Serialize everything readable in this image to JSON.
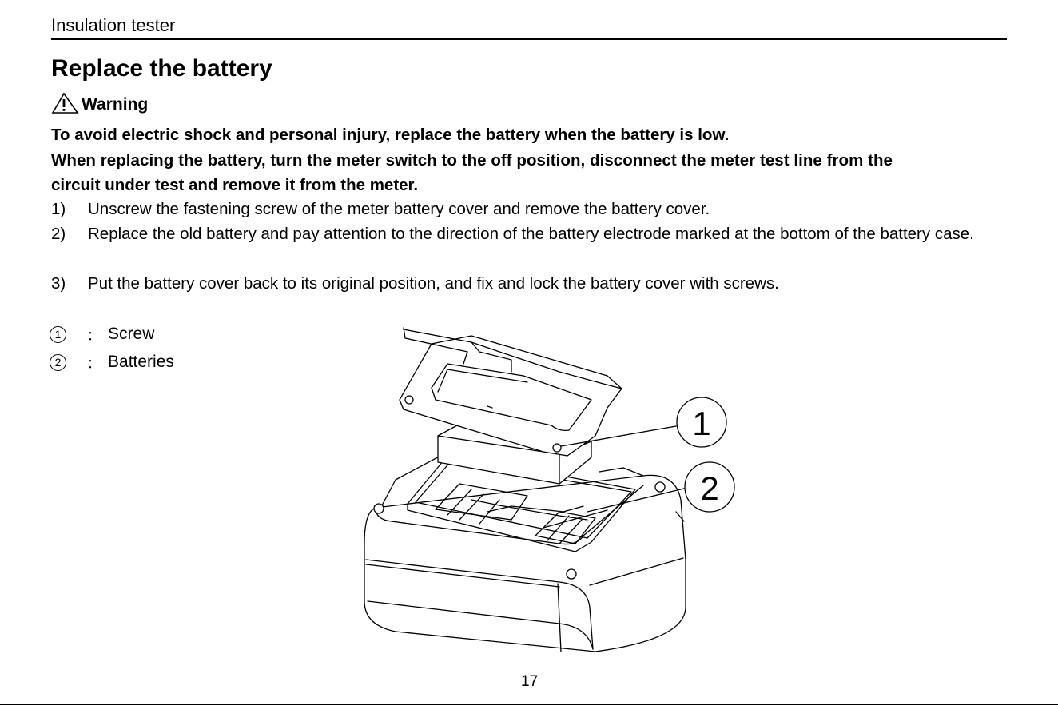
{
  "header": {
    "title": "Insulation tester"
  },
  "section": {
    "title": "Replace the battery"
  },
  "warning": {
    "label": "Warning",
    "icon": "warning-triangle-icon",
    "line1": "To avoid electric shock and personal injury, replace the battery when the battery is low.",
    "line2": "When replacing the battery, turn the meter switch to the off position, disconnect the meter test line from the",
    "line3": "circuit under test and remove it from the meter."
  },
  "steps": [
    {
      "num": "1)",
      "text": "Unscrew the fastening screw of the meter battery cover and remove the battery cover."
    },
    {
      "num": "2)",
      "text": "Replace the old battery and pay attention to the direction of the battery electrode marked at the bottom of the battery case."
    },
    {
      "num": "3)",
      "text": "Put the battery cover back to its original position, and fix and lock the battery cover with screws."
    }
  ],
  "legend": [
    {
      "marker": "1",
      "sep": "：",
      "label": "Screw"
    },
    {
      "marker": "2",
      "sep": "：",
      "label": "Batteries"
    }
  ],
  "figure": {
    "callout1": "1",
    "callout2": "2"
  },
  "footer": {
    "page_number": "17"
  }
}
